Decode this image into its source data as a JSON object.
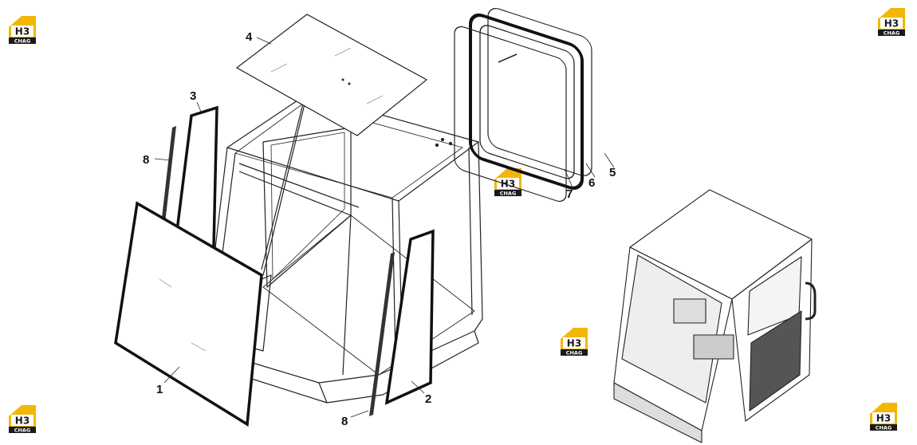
{
  "logo": {
    "top": "H3",
    "bottom": "CHAG",
    "yellow": "#f2b705",
    "dark": "#1a1a1a"
  },
  "callouts": [
    {
      "id": "1",
      "text": "1"
    },
    {
      "id": "2",
      "text": "2"
    },
    {
      "id": "3",
      "text": "3"
    },
    {
      "id": "4",
      "text": "4"
    },
    {
      "id": "5",
      "text": "5"
    },
    {
      "id": "6",
      "text": "6"
    },
    {
      "id": "7",
      "text": "7"
    },
    {
      "id": "8a",
      "text": "8"
    },
    {
      "id": "8b",
      "text": "8"
    }
  ]
}
